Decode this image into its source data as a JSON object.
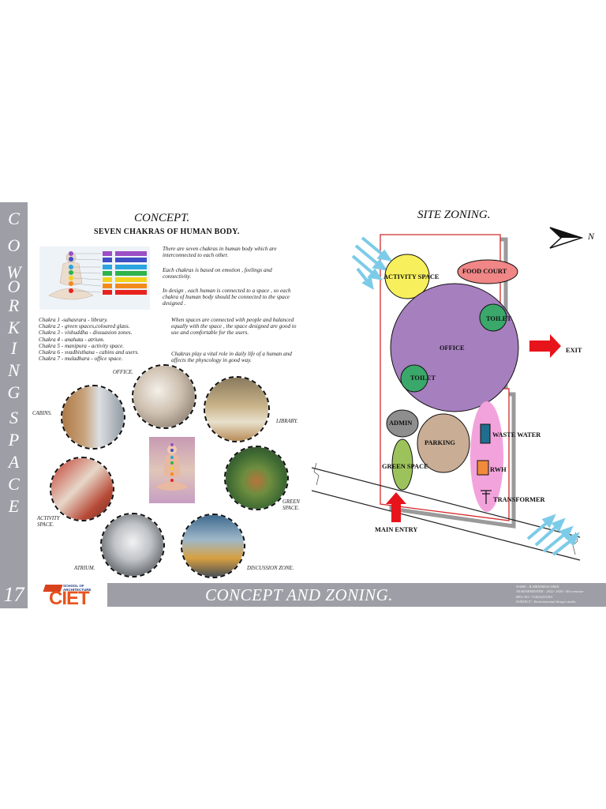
{
  "sidebar": {
    "letters": [
      "C",
      "O",
      "W",
      "O",
      "R",
      "K",
      "I",
      "N",
      "G",
      "S",
      "P",
      "A",
      "C",
      "E"
    ],
    "page_number": "17"
  },
  "concept": {
    "heading": "CONCEPT.",
    "subheading": "SEVEN CHAKRAS OF HUMAN BODY.",
    "intro_paragraphs": [
      "There are seven chakras in human body which are interconnected to each other.",
      "Each chakras is based on emotion , feelings and connectivity.",
      "In design , each human is connected to a space , so each chakra of human body should be connected to the space designed ."
    ],
    "chakra_list": [
      "Chakra 1 -sahasrara - library.",
      "Chakra 2 - green spaces,coloured glass.",
      "Chakra 3 - vishuddha - dissuasion zones.",
      "Chakra 4 - anahata - atrium.",
      "Chakra 5 - manipura - activity space.",
      "Chakra 6 - svadhisthana - cabins and users.",
      "Chakra 7 - muladhara - office space."
    ],
    "right_paragraphs": [
      "When spaces are connected with people and balanced equally with the space , the space designed are good to use and comfortable for the users.",
      "Chakras play a vital role in daily life of a human and affects the physcology in good way."
    ],
    "photo_captions": {
      "office": "OFFICE.",
      "cabins": "CABINS.",
      "library": "LIBRARY.",
      "activity": "ACTIVITY SPACE.",
      "green": "GREEN SPACE.",
      "atrium": "ATRIUM.",
      "discussion": "DISCUSSION ZONE."
    }
  },
  "site_zoning": {
    "heading": "SITE ZONING.",
    "north_label": "N",
    "zones": {
      "activity_space": "ACTIVITY SPACE",
      "food_court": "FOOD COURT",
      "toilet_1": "TOILET",
      "office": "OFFICE",
      "toilet_2": "TOILET",
      "admin": "ADMIN",
      "parking": "PARKING",
      "waste_water": "WASTE WATER",
      "green_space": "GREEN SPACE",
      "rwh": "RWH",
      "transformer": "TRANSFORMER"
    },
    "exit_label": "EXIT",
    "main_entry_label": "MAIN ENTRY"
  },
  "footer": {
    "title": "CONCEPT AND ZONING.",
    "logo_small_line1": "SCHOOL OF",
    "logo_small_line2": "ARCHITECTURE",
    "logo_big": "CIET",
    "meta": [
      "NAME : B.ABINDHAA SREE.",
      "YEAR/SEMESTER : 2022- 2026 / 4th semester.",
      "REG.NO: 714022251001",
      "SUBJECT : Environmental design studio."
    ]
  },
  "colors": {
    "bar_grey": "#9e9ea6",
    "activity": "#f7f05c",
    "food_court": "#f08686",
    "office": "#a67fbf",
    "toilet": "#3aa86a",
    "admin": "#8e8e8e",
    "parking": "#c9ad95",
    "green_space": "#9cc35b",
    "services": "#f3a3dc",
    "arrow_red": "#e8141c",
    "wind_blue": "#7ccbe8"
  }
}
